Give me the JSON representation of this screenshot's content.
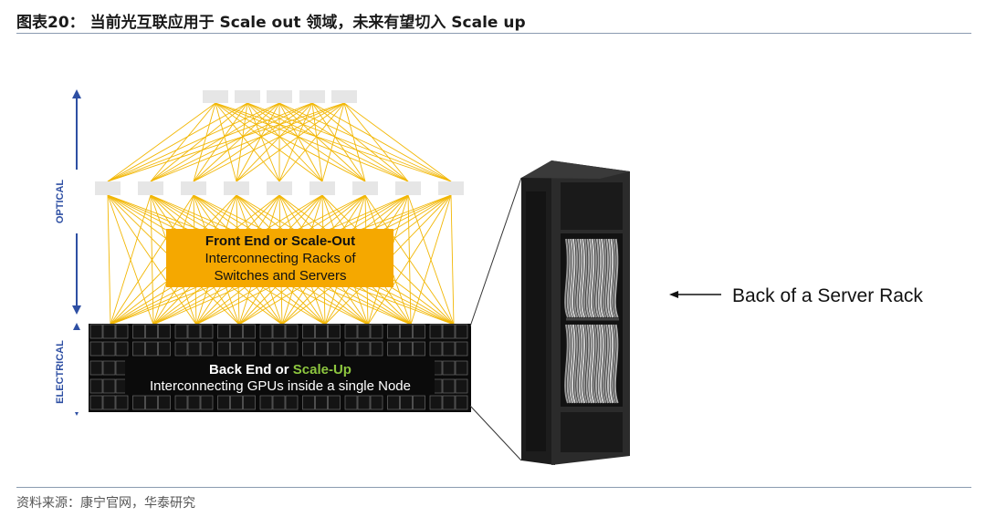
{
  "figure": {
    "title": "图表20： 当前光互联应用于 Scale out 领域，未来有望切入 Scale up",
    "source": "资料来源：康宁官网，华泰研究"
  },
  "diagram": {
    "optical_label": "OPTICAL",
    "electrical_label": "ELECTRICAL",
    "front_end": {
      "title": "Front End or Scale-Out",
      "line1": "Interconnecting Racks of",
      "line2": "Switches and Servers"
    },
    "back_end": {
      "title_prefix": "Back End or ",
      "title_highlight": "Scale-Up",
      "subtitle": "Interconnecting GPUs inside a single Node"
    },
    "rack_caption": "Back of a Server Rack",
    "colors": {
      "link": "#f2b705",
      "front_box": "#f5a800",
      "accent_green": "#8dc63f",
      "axis_blue": "#2e4fa3",
      "switch_gray": "#e6e6e6"
    }
  }
}
